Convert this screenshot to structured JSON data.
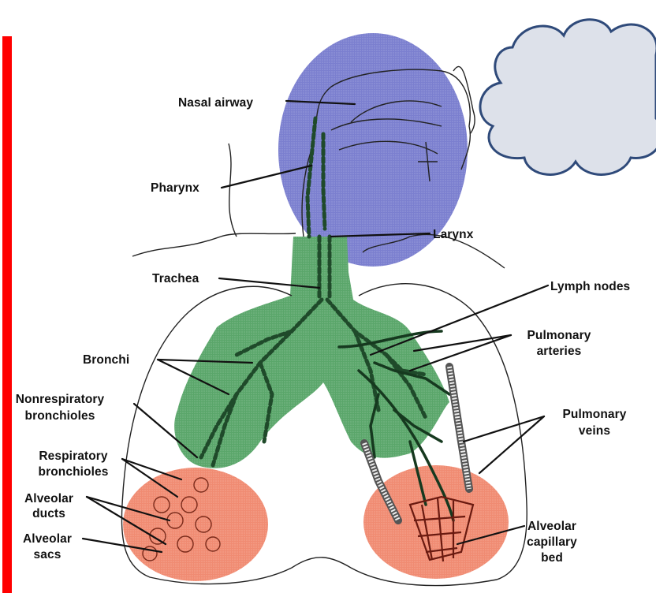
{
  "diagram": {
    "labels": {
      "nasal_airway": "Nasal airway",
      "pharynx": "Pharynx",
      "larynx": "Larynx",
      "trachea": "Trachea",
      "lymph_nodes": "Lymph nodes",
      "bronchi": "Bronchi",
      "pulmonary_arteries_1": "Pulmonary",
      "pulmonary_arteries_2": "arteries",
      "nonresp_1": "Nonrespiratory",
      "nonresp_2": "bronchioles",
      "pulmonary_veins_1": "Pulmonary",
      "pulmonary_veins_2": "veins",
      "resp_1": "Respiratory",
      "resp_2": "bronchioles",
      "alv_ducts_1": "Alveolar",
      "alv_ducts_2": "ducts",
      "alv_sacs_1": "Alveolar",
      "alv_sacs_2": "sacs",
      "alv_cap_1": "Alveolar",
      "alv_cap_2": "capillary",
      "alv_cap_3": "bed"
    },
    "colors": {
      "head_region": "#7b7fcf",
      "tracheobronchial_region": "#5aa66a",
      "pulmonary_region": "#f08b72",
      "frame": "#ff0000",
      "cloud_fill": "#dde1ea",
      "cloud_stroke": "#2f4a7a"
    }
  }
}
